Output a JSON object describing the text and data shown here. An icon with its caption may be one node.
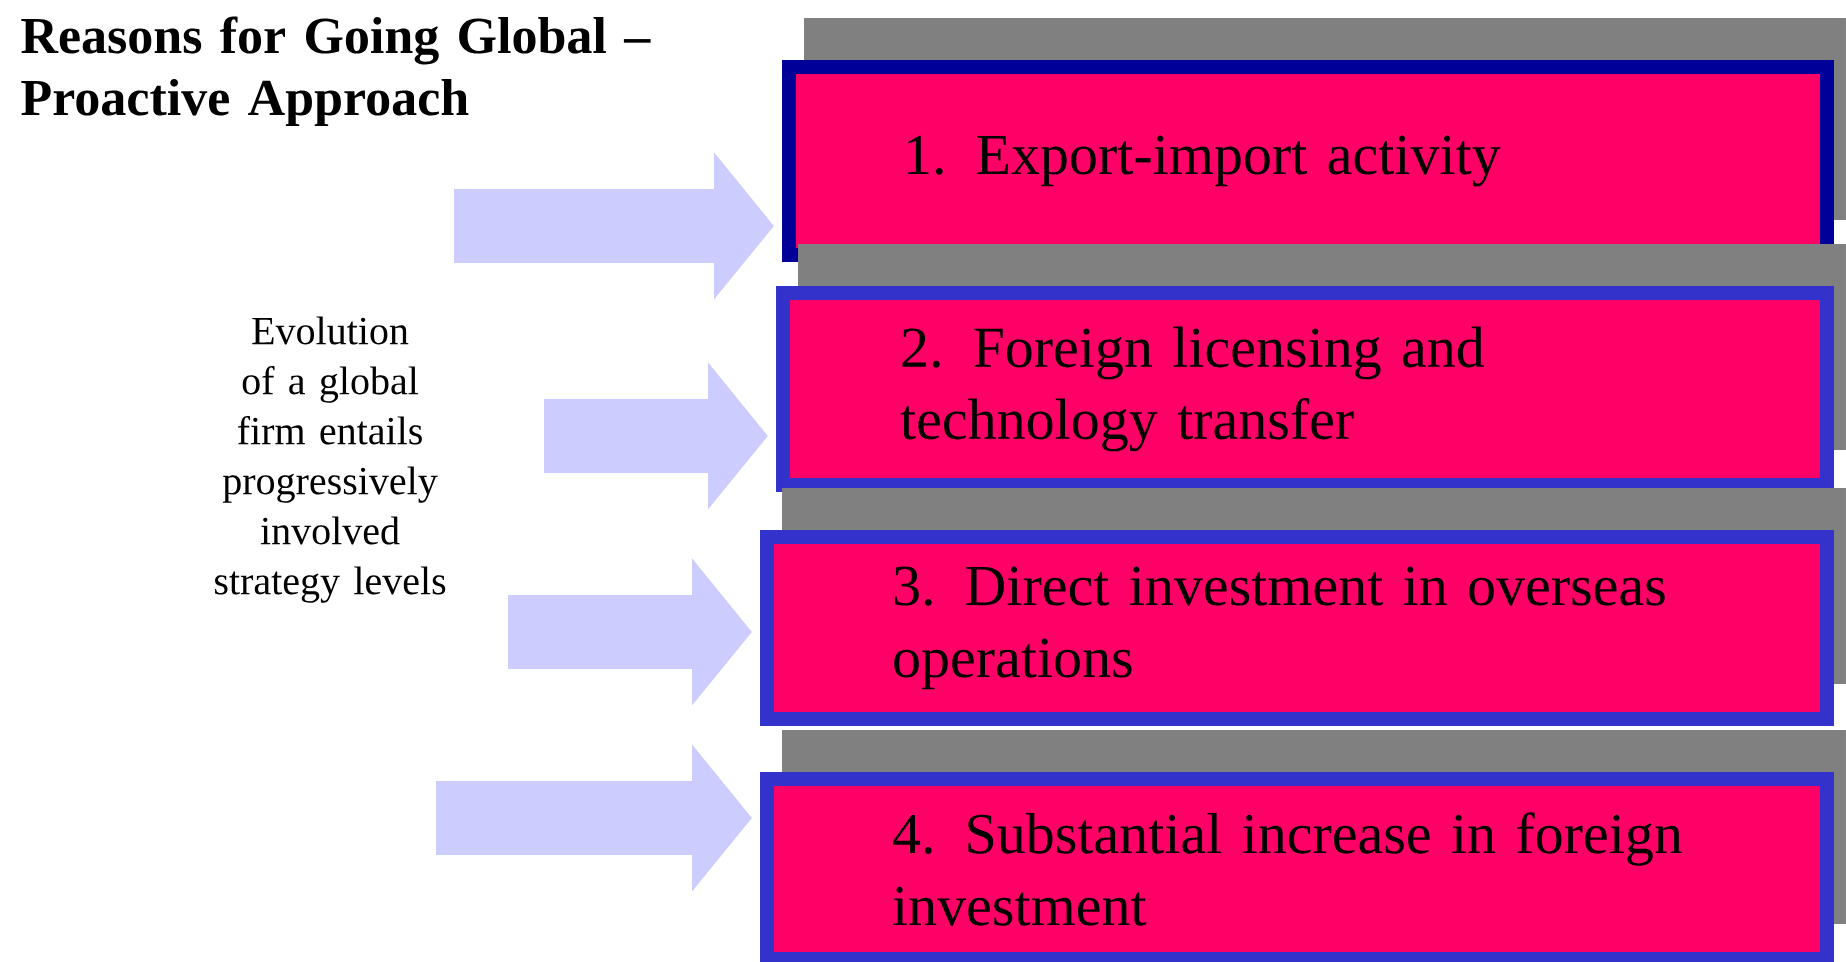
{
  "diagram": {
    "title": "Reasons for Going Global – Proactive Approach",
    "nodes": [
      {
        "text": [
          "Evolution of a global firm entails progressively involved strategy levels"
        ]
      },
      {
        "text": [
          "1. Export-import activity"
        ]
      },
      {
        "text": [
          "2. Foreign licensing and technology transfer"
        ]
      },
      {
        "text": [
          "3. Direct investment in overseas operations"
        ]
      },
      {
        "text": [
          "4. Substantial increase in foreign investment"
        ]
      }
    ],
    "edges": [
      {
        "from": null,
        "to": 1,
        "arrow": "to"
      },
      {
        "from": null,
        "to": 2,
        "arrow": "to"
      },
      {
        "from": null,
        "to": 3,
        "arrow": "to"
      },
      {
        "from": null,
        "to": 4,
        "arrow": "to"
      }
    ]
  }
}
